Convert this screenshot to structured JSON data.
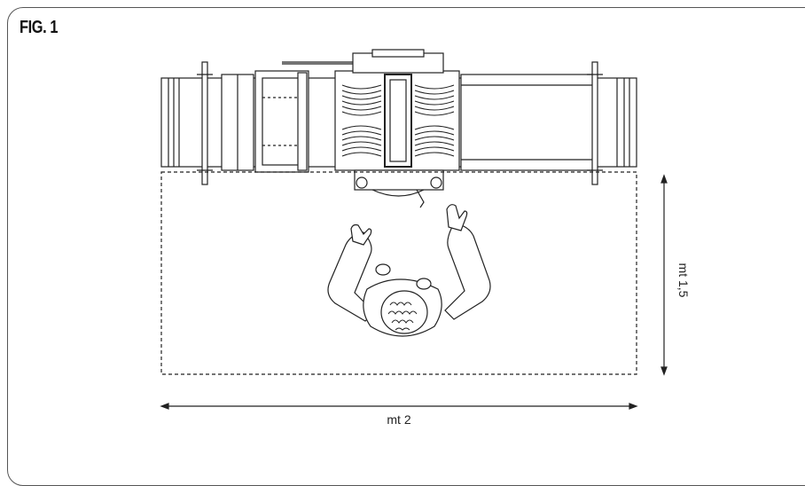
{
  "figure": {
    "label": "FIG. 1"
  },
  "dimensions": {
    "width_label": "mt 2",
    "depth_label": "mt 1,5"
  },
  "colors": {
    "line": "#222222",
    "frame": "#555555",
    "background": "#ffffff"
  }
}
